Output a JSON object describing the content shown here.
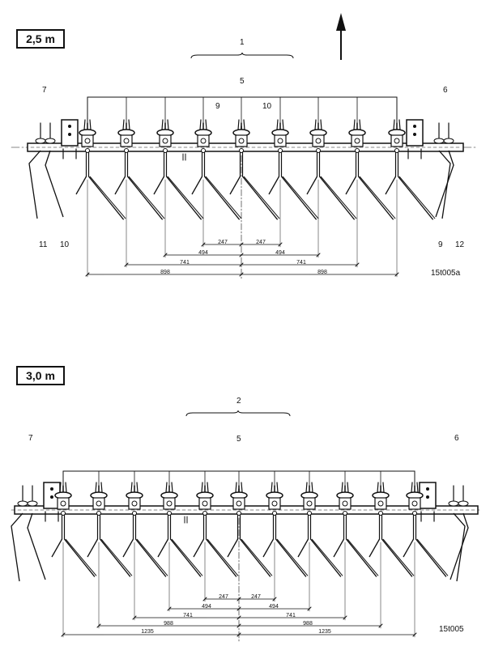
{
  "diagrams": [
    {
      "width_label": "2,5 m",
      "figure_code": "15t005a",
      "callouts": {
        "overall": "1",
        "beam": "5",
        "left_end": "7",
        "right_end": "6",
        "tine_a": "9",
        "tine_b": "10",
        "bottom_left_a": "11",
        "bottom_left_b": "10",
        "bottom_right_a": "9",
        "bottom_right_b": "12"
      },
      "dimensions": [
        "247",
        "247",
        "494",
        "494",
        "741",
        "741",
        "898",
        "898"
      ]
    },
    {
      "width_label": "3,0 m",
      "figure_code": "15t005",
      "callouts": {
        "overall": "2",
        "beam": "5",
        "left_end": "7",
        "right_end": "6"
      },
      "dimensions": [
        "247",
        "247",
        "494",
        "494",
        "741",
        "741",
        "988",
        "988",
        "1235",
        "1235"
      ]
    }
  ]
}
